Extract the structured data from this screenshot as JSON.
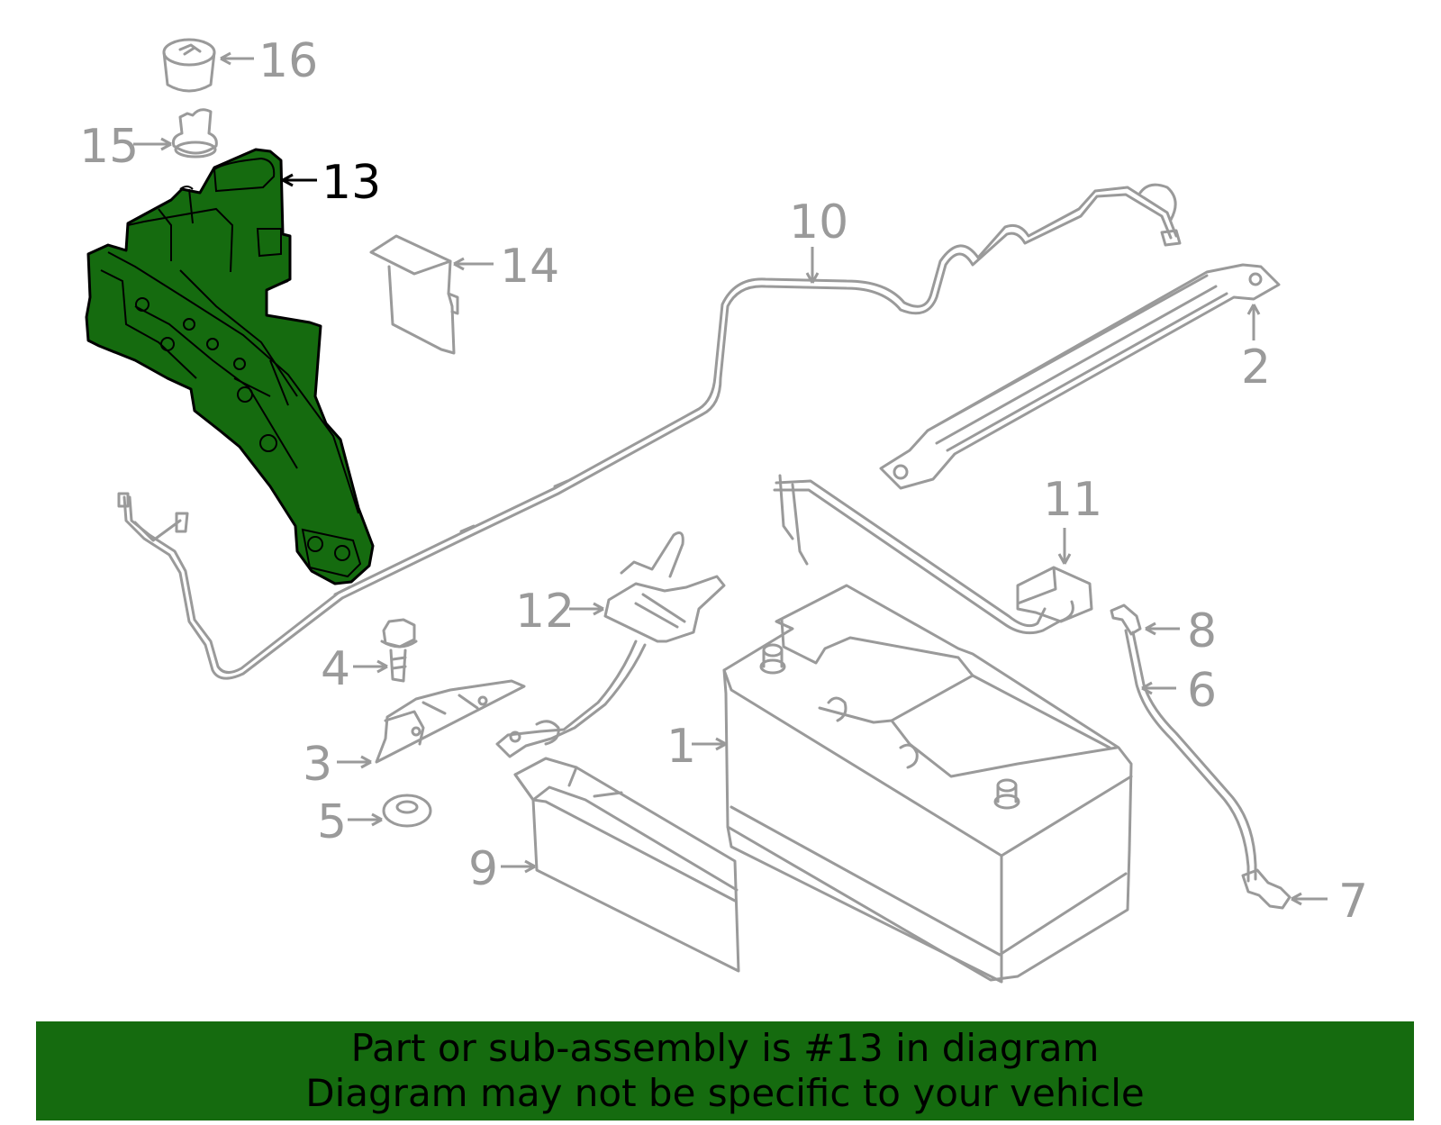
{
  "callouts": [
    {
      "id": "1",
      "label": "1"
    },
    {
      "id": "2",
      "label": "2"
    },
    {
      "id": "3",
      "label": "3"
    },
    {
      "id": "4",
      "label": "4"
    },
    {
      "id": "5",
      "label": "5"
    },
    {
      "id": "6",
      "label": "6"
    },
    {
      "id": "7",
      "label": "7"
    },
    {
      "id": "8",
      "label": "8"
    },
    {
      "id": "9",
      "label": "9"
    },
    {
      "id": "10",
      "label": "10"
    },
    {
      "id": "11",
      "label": "11"
    },
    {
      "id": "12",
      "label": "12"
    },
    {
      "id": "13",
      "label": "13",
      "highlighted": true
    },
    {
      "id": "14",
      "label": "14"
    },
    {
      "id": "15",
      "label": "15"
    },
    {
      "id": "16",
      "label": "16"
    }
  ],
  "colors": {
    "highlight": "#156b0f",
    "line": "#9a9a9a",
    "banner_text": "#000000"
  },
  "banner": {
    "line1": "Part or sub-assembly is #13 in diagram",
    "line2": "Diagram may not be specific to your vehicle"
  }
}
